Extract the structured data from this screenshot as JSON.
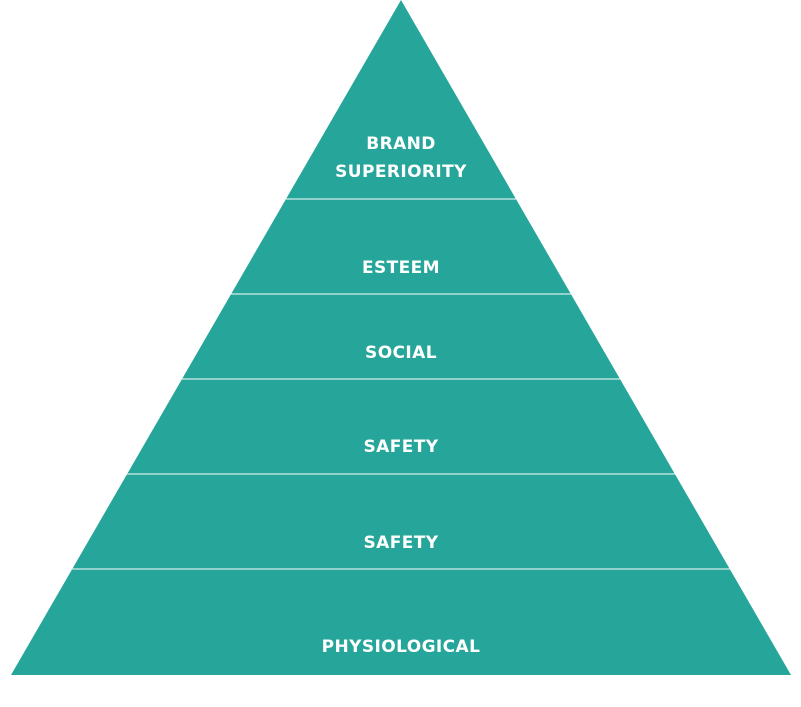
{
  "colors": {
    "fill": "#26a69a",
    "divider": "#ffffff",
    "label": "#ffffff"
  },
  "tiers": [
    {
      "label_lines": [
        "BRAND",
        "SUPERIORITY"
      ]
    },
    {
      "label_lines": [
        "ESTEEM"
      ]
    },
    {
      "label_lines": [
        "SOCIAL"
      ]
    },
    {
      "label_lines": [
        "SAFETY"
      ]
    },
    {
      "label_lines": [
        "SAFETY"
      ]
    },
    {
      "label_lines": [
        "PHYSIOLOGICAL"
      ]
    }
  ]
}
